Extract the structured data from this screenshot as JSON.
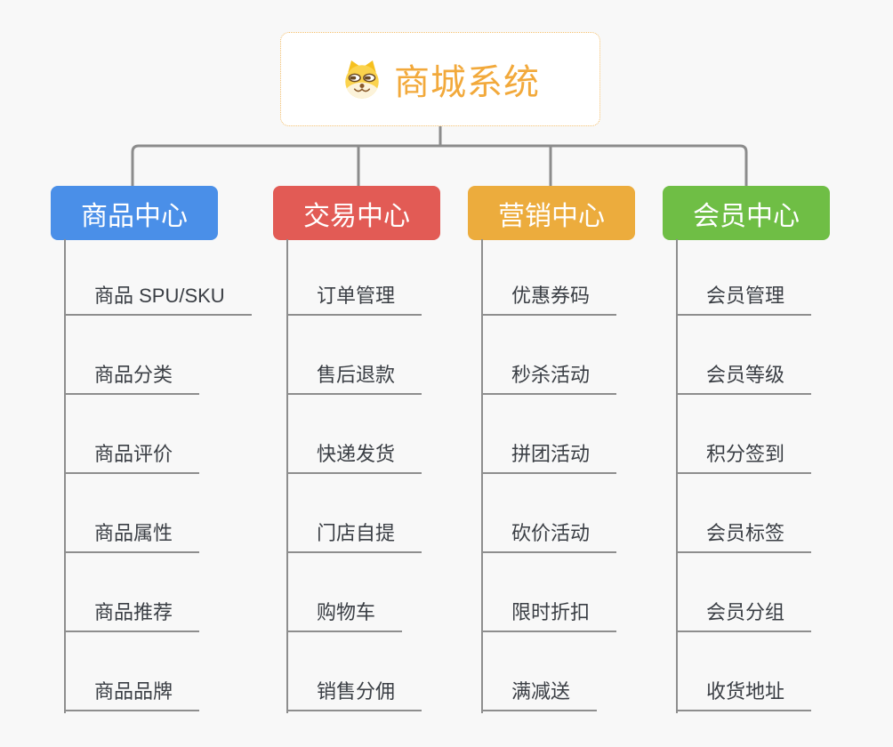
{
  "root": {
    "title": "商城系统",
    "icon": "doge-icon"
  },
  "branches": [
    {
      "label": "商品中心",
      "color": "#4A8FE8",
      "items": [
        "商品 SPU/SKU",
        "商品分类",
        "商品评价",
        "商品属性",
        "商品推荐",
        "商品品牌"
      ]
    },
    {
      "label": "交易中心",
      "color": "#E25B55",
      "items": [
        "订单管理",
        "售后退款",
        "快递发货",
        "门店自提",
        "购物车",
        "销售分佣"
      ]
    },
    {
      "label": "营销中心",
      "color": "#ECAC3D",
      "items": [
        "优惠券码",
        "秒杀活动",
        "拼团活动",
        "砍价活动",
        "限时折扣",
        "满减送"
      ]
    },
    {
      "label": "会员中心",
      "color": "#6FBE45",
      "items": [
        "会员管理",
        "会员等级",
        "积分签到",
        "会员标签",
        "会员分组",
        "收货地址"
      ]
    }
  ],
  "colors": {
    "background": "#F8F8F8",
    "connector": "#8C8C8C",
    "underline": "#8E8E8E",
    "root_text": "#F2A93B",
    "root_border": "#F3BE6B",
    "leaf_text": "#3A3E44"
  }
}
